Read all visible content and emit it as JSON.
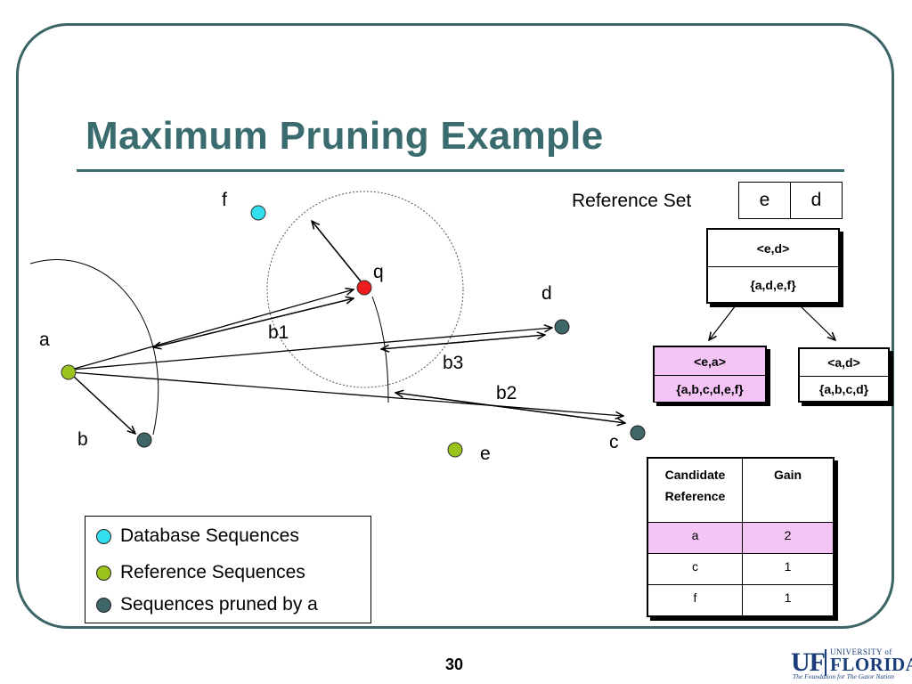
{
  "slide": {
    "title": "Maximum Pruning Example",
    "page_number": "30"
  },
  "diagram": {
    "point_labels": {
      "f": "f",
      "q": "q",
      "d": "d",
      "a": "a",
      "b": "b",
      "c": "c",
      "e": "e"
    },
    "distance_labels": {
      "b1": "b1",
      "b2": "b2",
      "b3": "b3"
    },
    "colors": {
      "database": "#33e0f0",
      "reference": "#9ac31c",
      "pruned": "#3f6668",
      "query": "#ee1c1c",
      "accent": "#3a6b6e"
    }
  },
  "reference_set": {
    "label": "Reference Set",
    "cells": [
      "e",
      "d"
    ]
  },
  "tree": {
    "root": {
      "top": "<e,d>",
      "bottom": "{a,d,e,f}"
    },
    "left": {
      "top": "<e,a>",
      "bottom": "{a,b,c,d,e,f}"
    },
    "right": {
      "top": "<a,d>",
      "bottom": "{a,b,c,d}"
    }
  },
  "gain_table": {
    "headers": [
      "Candidate Reference",
      "Gain"
    ],
    "rows": [
      {
        "candidate": "a",
        "gain": "2"
      },
      {
        "candidate": "c",
        "gain": "1"
      },
      {
        "candidate": "f",
        "gain": "1"
      }
    ]
  },
  "legend": [
    {
      "label": "Database Sequences",
      "color": "#33e0f0"
    },
    {
      "label": "Reference Sequences",
      "color": "#9ac31c"
    },
    {
      "label": "Sequences pruned by a",
      "color": "#3f6668"
    }
  ],
  "logo": {
    "mark": "UF",
    "university": "UNIVERSITY of",
    "state": "FLORIDA",
    "tagline": "The Foundation for The Gator Nation"
  }
}
